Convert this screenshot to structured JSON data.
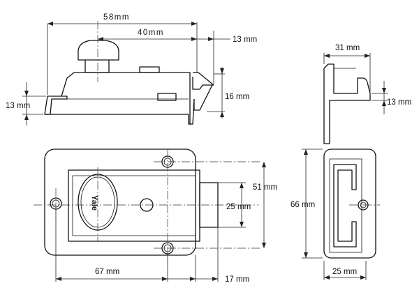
{
  "dimensions": {
    "overall_width": "58mm",
    "knob_to_bolt": "40mm",
    "bolt_throw": "13 mm",
    "body_depth": "13 mm",
    "bolt_height": "16 mm",
    "staple_width": "31 mm",
    "staple_depth": "13 mm",
    "mount_spacing": "51 mm",
    "bolt_width": "25 mm",
    "body_height": "66 mm",
    "cylinder_offset": "67 mm",
    "bolt_projection": "17 mm",
    "staple_face_width": "25 mm"
  },
  "brand_label": "Yale"
}
